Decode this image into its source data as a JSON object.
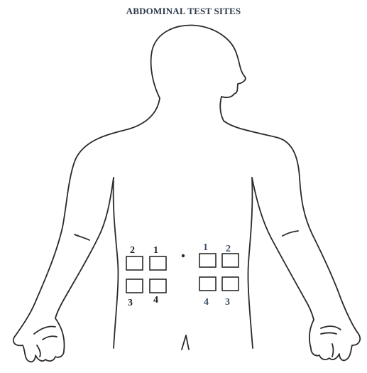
{
  "title": "ABDOMINAL TEST SITES",
  "sites": {
    "left": {
      "top_labels": [
        "2",
        "1"
      ],
      "bottom_labels": [
        "3",
        "4"
      ]
    },
    "right": {
      "top_labels": [
        "1",
        "2"
      ],
      "bottom_labels": [
        "4",
        "3"
      ]
    }
  },
  "colors": {
    "outline": "#2a2a2a",
    "left_numbers": "#1f1f1f",
    "right_numbers": "#3c5066"
  }
}
